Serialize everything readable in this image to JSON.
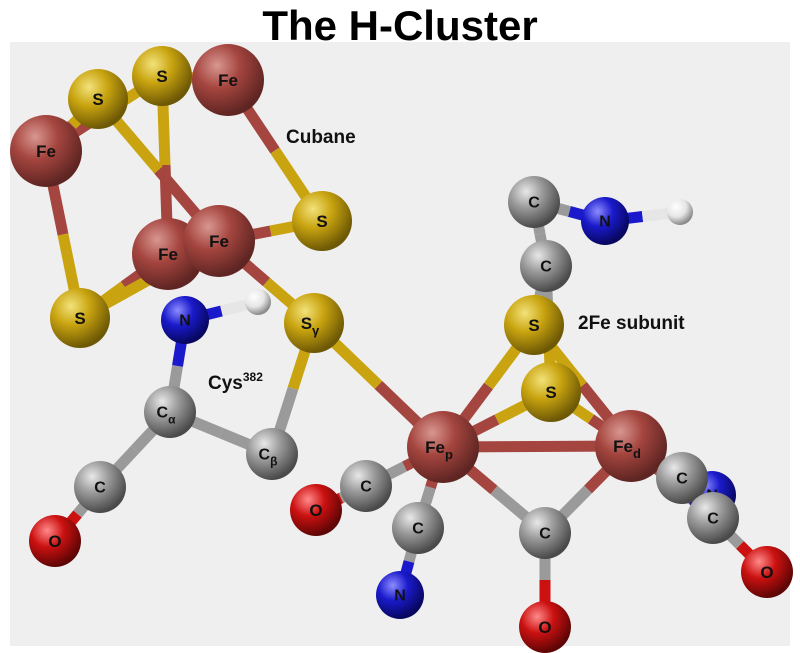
{
  "title": "The H-Cluster",
  "annotations": {
    "cubane": "Cubane",
    "subunit": "2Fe subunit",
    "cys_main": "Cys",
    "cys_sup": "382"
  },
  "colors": {
    "Fe": "#a5453f",
    "S": "#c9a410",
    "C": "#9a9a9a",
    "N": "#1a1acc",
    "O": "#cc1111",
    "H": "#e6e6e6",
    "background_panel": "#efefef"
  },
  "atoms": [
    {
      "id": "fe_top",
      "element": "Fe",
      "label": "Fe",
      "sub": ""
    },
    {
      "id": "s_top",
      "element": "S",
      "label": "S",
      "sub": ""
    },
    {
      "id": "s_left",
      "element": "S",
      "label": "S",
      "sub": ""
    },
    {
      "id": "fe_left",
      "element": "Fe",
      "label": "Fe",
      "sub": ""
    },
    {
      "id": "s_right",
      "element": "S",
      "label": "S",
      "sub": ""
    },
    {
      "id": "fe_mid",
      "element": "Fe",
      "label": "Fe",
      "sub": ""
    },
    {
      "id": "fe_center",
      "element": "Fe",
      "label": "Fe",
      "sub": ""
    },
    {
      "id": "s_bottom_left",
      "element": "S",
      "label": "S",
      "sub": ""
    },
    {
      "id": "h_cys",
      "element": "H",
      "label": "",
      "sub": ""
    },
    {
      "id": "n_cys",
      "element": "N",
      "label": "N",
      "sub": ""
    },
    {
      "id": "s_gamma",
      "element": "S",
      "label": "S",
      "sub": "γ"
    },
    {
      "id": "c_alpha",
      "element": "C",
      "label": "C",
      "sub": "α"
    },
    {
      "id": "c_beta",
      "element": "C",
      "label": "C",
      "sub": "β"
    },
    {
      "id": "c_carbonyl_cys",
      "element": "C",
      "label": "C",
      "sub": ""
    },
    {
      "id": "o_cys",
      "element": "O",
      "label": "O",
      "sub": ""
    },
    {
      "id": "fe_p",
      "element": "Fe",
      "label": "Fe",
      "sub": "p"
    },
    {
      "id": "c_co_p",
      "element": "C",
      "label": "C",
      "sub": ""
    },
    {
      "id": "o_co_p",
      "element": "O",
      "label": "O",
      "sub": ""
    },
    {
      "id": "c_cn_p",
      "element": "C",
      "label": "C",
      "sub": ""
    },
    {
      "id": "n_cn_p",
      "element": "N",
      "label": "N",
      "sub": ""
    },
    {
      "id": "c_bridge",
      "element": "C",
      "label": "C",
      "sub": ""
    },
    {
      "id": "o_bridge",
      "element": "O",
      "label": "O",
      "sub": ""
    },
    {
      "id": "fe_d",
      "element": "Fe",
      "label": "Fe",
      "sub": "d"
    },
    {
      "id": "n_cn_d",
      "element": "N",
      "label": "N",
      "sub": ""
    },
    {
      "id": "c_cn_d",
      "element": "C",
      "label": "C",
      "sub": ""
    },
    {
      "id": "c_co_d",
      "element": "C",
      "label": "C",
      "sub": ""
    },
    {
      "id": "o_co_d",
      "element": "O",
      "label": "O",
      "sub": ""
    },
    {
      "id": "c_top_2fe",
      "element": "C",
      "label": "C",
      "sub": ""
    },
    {
      "id": "n_top_2fe",
      "element": "N",
      "label": "N",
      "sub": ""
    },
    {
      "id": "h_top_2fe",
      "element": "H",
      "label": "",
      "sub": ""
    },
    {
      "id": "c_mid_2fe",
      "element": "C",
      "label": "C",
      "sub": ""
    },
    {
      "id": "s_2fe_a",
      "element": "S",
      "label": "S",
      "sub": ""
    },
    {
      "id": "s_2fe_b",
      "element": "S",
      "label": "S",
      "sub": ""
    }
  ],
  "bonds": [
    [
      "fe_top",
      "s_top"
    ],
    [
      "fe_top",
      "s_right"
    ],
    [
      "s_top",
      "fe_mid"
    ],
    [
      "s_top",
      "fe_left"
    ],
    [
      "s_left",
      "fe_left"
    ],
    [
      "s_left",
      "fe_center"
    ],
    [
      "fe_left",
      "s_bottom_left"
    ],
    [
      "s_right",
      "fe_center"
    ],
    [
      "fe_mid",
      "s_bottom_left"
    ],
    [
      "fe_center",
      "s_bottom_left"
    ],
    [
      "fe_center",
      "s_gamma"
    ],
    [
      "s_gamma",
      "fe_p"
    ],
    [
      "s_gamma",
      "c_beta"
    ],
    [
      "n_cys",
      "h_cys"
    ],
    [
      "n_cys",
      "c_alpha"
    ],
    [
      "c_alpha",
      "c_beta"
    ],
    [
      "c_alpha",
      "c_carbonyl_cys"
    ],
    [
      "c_carbonyl_cys",
      "o_cys"
    ],
    [
      "fe_p",
      "fe_d"
    ],
    [
      "fe_p",
      "s_2fe_a"
    ],
    [
      "fe_p",
      "s_2fe_b"
    ],
    [
      "fe_d",
      "s_2fe_a"
    ],
    [
      "fe_d",
      "s_2fe_b"
    ],
    [
      "fe_p",
      "c_co_p"
    ],
    [
      "c_co_p",
      "o_co_p"
    ],
    [
      "fe_p",
      "c_cn_p"
    ],
    [
      "c_cn_p",
      "n_cn_p"
    ],
    [
      "fe_p",
      "c_bridge"
    ],
    [
      "fe_d",
      "c_bridge"
    ],
    [
      "c_bridge",
      "o_bridge"
    ],
    [
      "fe_d",
      "c_cn_d"
    ],
    [
      "c_cn_d",
      "n_cn_d"
    ],
    [
      "fe_d",
      "c_co_d"
    ],
    [
      "c_co_d",
      "o_co_d"
    ],
    [
      "c_top_2fe",
      "n_top_2fe"
    ],
    [
      "n_top_2fe",
      "h_top_2fe"
    ],
    [
      "c_top_2fe",
      "c_mid_2fe"
    ],
    [
      "c_mid_2fe",
      "s_2fe_a"
    ],
    [
      "c_mid_2fe",
      "s_2fe_b"
    ]
  ]
}
